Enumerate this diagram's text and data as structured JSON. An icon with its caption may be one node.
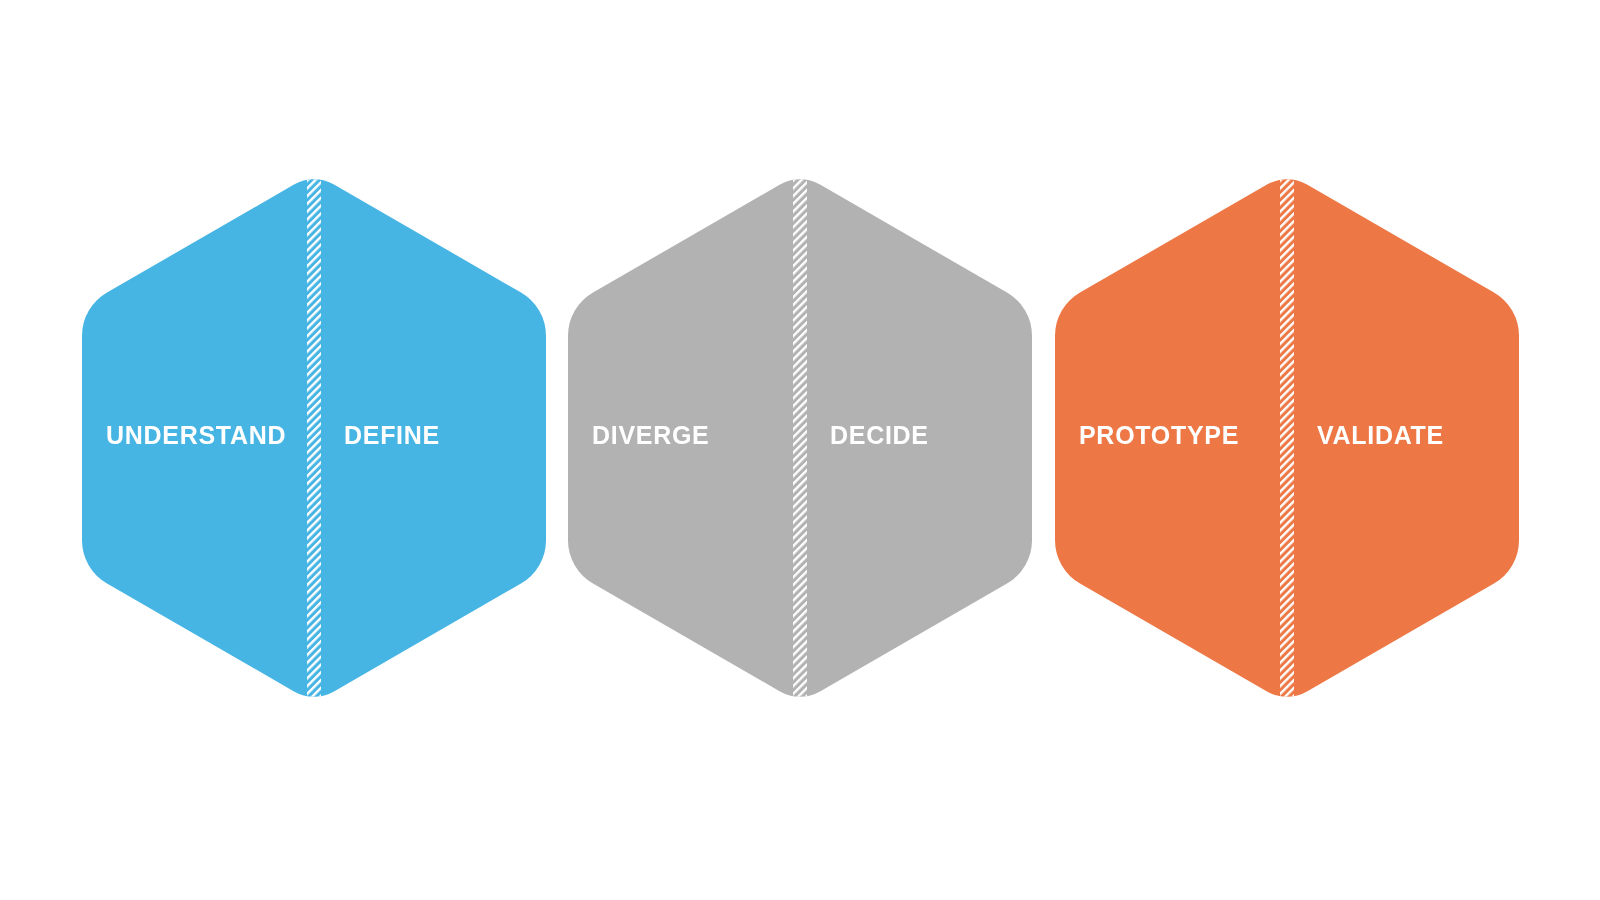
{
  "diagram": {
    "nodes": [
      {
        "text": [
          "UNDERSTAND",
          "DEFINE"
        ]
      },
      {
        "text": [],
        "shape": "bar",
        "in": 0
      },
      {
        "text": [
          "DIVERGE",
          "DECIDE"
        ]
      },
      {
        "text": [],
        "shape": "bar",
        "in": 2
      },
      {
        "text": [
          "PROTOTYPE",
          "VALIDATE"
        ]
      },
      {
        "text": [],
        "shape": "bar",
        "in": 4
      }
    ]
  }
}
